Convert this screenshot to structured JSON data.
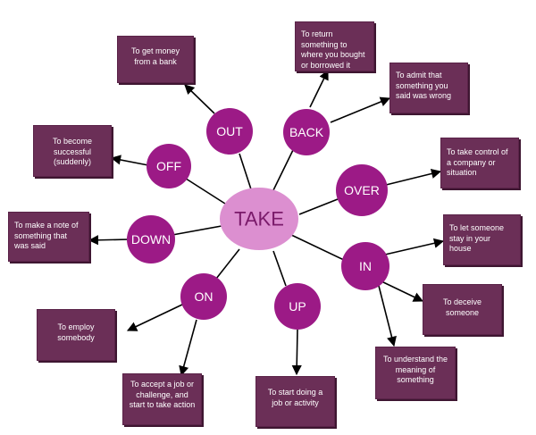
{
  "hub": "TAKE",
  "particles": {
    "out": "OUT",
    "back": "BACK",
    "off": "OFF",
    "over": "OVER",
    "down": "DOWN",
    "in": "IN",
    "on": "ON",
    "up": "UP"
  },
  "definitions": {
    "out_bank": "To get money from a bank",
    "back_return": "To  return something to where you bought or borrowed it",
    "back_admit": "To admit that something you said was wrong",
    "off_success": "To  become successful (suddenly)",
    "over_control": "To take control of a company or situation",
    "down_note": "To make a note of something that was said",
    "in_stay": "To let someone stay in your house",
    "in_deceive": "To deceive someone",
    "in_understand": "To understand the meaning of something",
    "on_employ": "To employ somebody",
    "on_accept": "To accept a job or challenge, and start to take action",
    "up_start": "To start doing a job or activity"
  },
  "colors": {
    "hub_fill": "#dc8fd0",
    "particle_fill": "#9c1a86",
    "box_fill": "#6b2f57",
    "line": "#000000"
  }
}
